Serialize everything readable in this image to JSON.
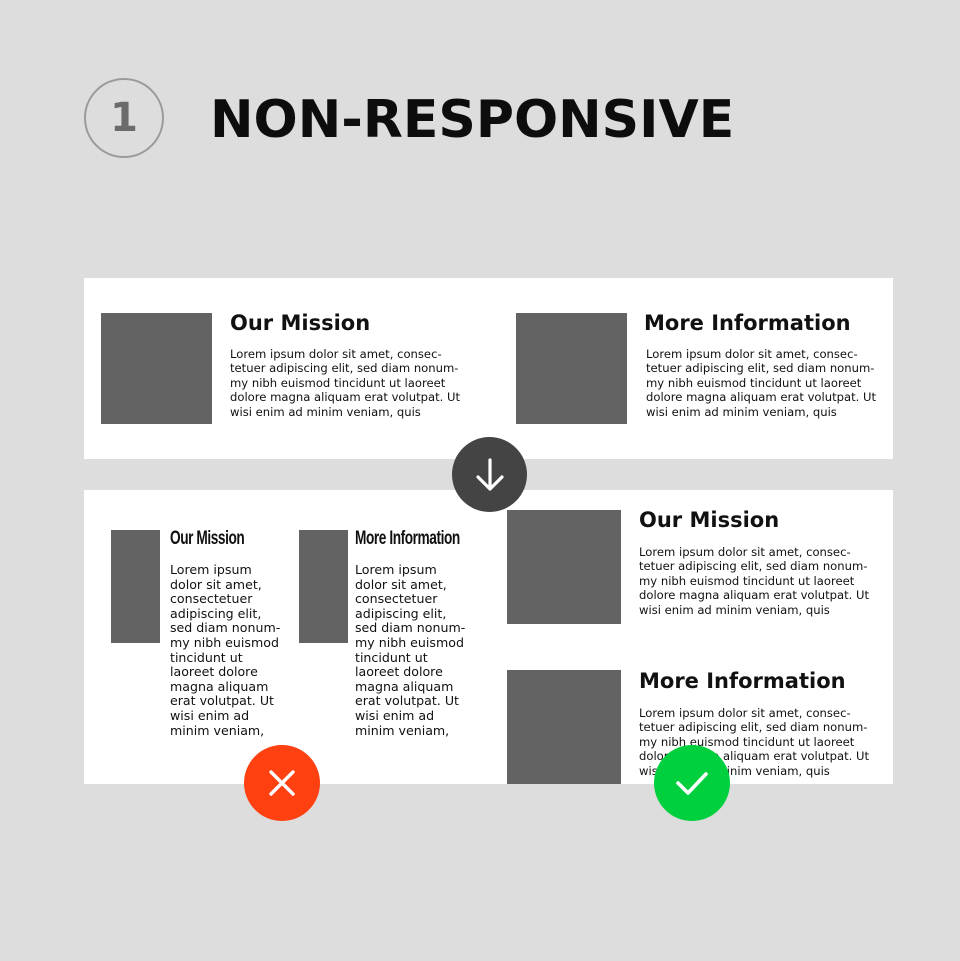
{
  "header": {
    "step_number": "1",
    "title": "NON-RESPONSIVE"
  },
  "desktop_layout": {
    "cards": [
      {
        "title": "Our Mission",
        "body": "Lorem ipsum dolor sit amet, consec-tetuer adipiscing elit, sed diam nonum-my nibh euismod tincidunt ut laoreet dolore magna aliquam erat volutpat. Ut wisi enim ad minim veniam, quis"
      },
      {
        "title": "More Information",
        "body": "Lorem ipsum dolor sit amet, consec-tetuer adipiscing elit, sed diam nonum-my nibh euismod tincidunt ut laoreet dolore magna aliquam erat volutpat. Ut wisi enim ad minim veniam, quis"
      }
    ]
  },
  "squished_layout": {
    "cards": [
      {
        "title": "Our Mission",
        "body": "Lorem ipsum dolor sit amet, consectetuer adipiscing elit, sed diam nonum-my nibh euismod tincidunt ut laoreet dolore magna aliquam erat volutpat. Ut wisi enim ad minim veniam,"
      },
      {
        "title": "More Information",
        "body": "Lorem ipsum dolor sit amet, consectetuer adipiscing elit, sed diam nonum-my nibh euismod tincidunt ut laoreet dolore magna aliquam erat volutpat. Ut wisi enim ad minim veniam,"
      }
    ]
  },
  "stacked_layout": {
    "cards": [
      {
        "title": "Our Mission",
        "body": "Lorem ipsum dolor sit amet, consec-tetuer adipiscing elit, sed diam nonum-my nibh euismod tincidunt ut laoreet dolore magna aliquam erat volutpat. Ut wisi enim ad minim veniam, quis"
      },
      {
        "title": "More Information",
        "body": "Lorem ipsum dolor sit amet, consec-tetuer adipiscing elit, sed diam nonum-my nibh euismod tincidunt ut laoreet dolore magna aliquam erat volutpat. Ut wisi enim ad minim veniam, quis"
      }
    ]
  },
  "icons": {
    "transition": "arrow-down-icon",
    "wrong": "cross-icon",
    "right": "check-icon"
  },
  "colors": {
    "background": "#dddddd",
    "panel": "#ffffff",
    "thumbnail": "#636363",
    "arrow_badge": "#444444",
    "wrong_badge": "#ff4010",
    "right_badge": "#00d03e"
  }
}
